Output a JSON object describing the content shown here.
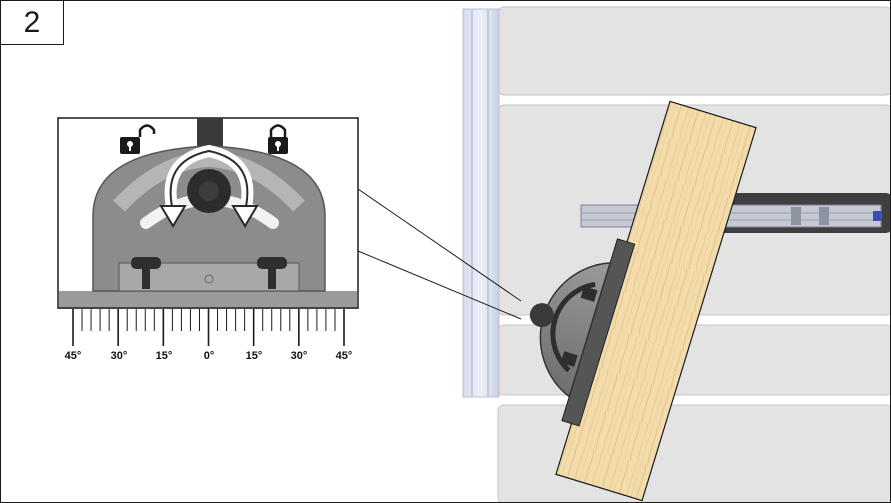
{
  "step": {
    "number": "2"
  },
  "scale": {
    "labels": [
      "45°",
      "30°",
      "15°",
      "0°",
      "15°",
      "30°",
      "45°"
    ]
  },
  "icons": {
    "unlocked": "padlock-open-icon",
    "locked": "padlock-closed-icon",
    "rotate": "rotate-arrows-icon"
  },
  "colors": {
    "wood": "#f2d9a6",
    "metal": "#8a8a8a",
    "table": "#e2e2e2"
  }
}
